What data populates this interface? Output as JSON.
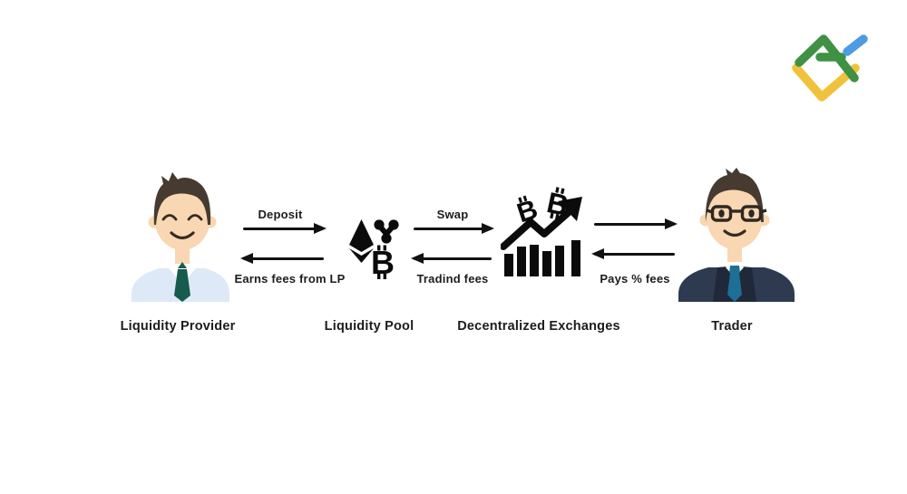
{
  "title": "DeFi liquidity flow diagram",
  "logo": {
    "name": "broker-logo",
    "colors": {
      "green": "#3f9144",
      "yellow": "#f0c23c",
      "blue": "#4d9ce3"
    }
  },
  "icons": {
    "bitcoin_glyph": "B"
  },
  "colors": {
    "text": "#1c1c1c",
    "arrow": "#121212",
    "icon_black": "#0b0b0b",
    "skin": "#f8d7b2",
    "hair": "#463a31",
    "lp_shirt": "#dde9f7",
    "lp_tie": "#175a4e",
    "trader_suit": "#2e3a50",
    "trader_lapel": "#1f2939",
    "trader_tie": "#1d6f96"
  },
  "nodes": [
    {
      "id": "liquidity-provider",
      "label": "Liquidity Provider"
    },
    {
      "id": "liquidity-pool",
      "label": "Liquidity Pool"
    },
    {
      "id": "decentralized-exchanges",
      "label": "Decentralized Exchanges"
    },
    {
      "id": "trader",
      "label": "Trader"
    }
  ],
  "edges": [
    {
      "from": "liquidity-provider",
      "to": "liquidity-pool",
      "label": "Deposit"
    },
    {
      "from": "liquidity-pool",
      "to": "liquidity-provider",
      "label": "Earns fees from LP"
    },
    {
      "from": "liquidity-pool",
      "to": "decentralized-exchanges",
      "label": "Swap"
    },
    {
      "from": "decentralized-exchanges",
      "to": "liquidity-pool",
      "label": "Tradind fees"
    },
    {
      "from": "decentralized-exchanges",
      "to": "trader",
      "label": ""
    },
    {
      "from": "trader",
      "to": "decentralized-exchanges",
      "label": "Pays % fees"
    }
  ]
}
